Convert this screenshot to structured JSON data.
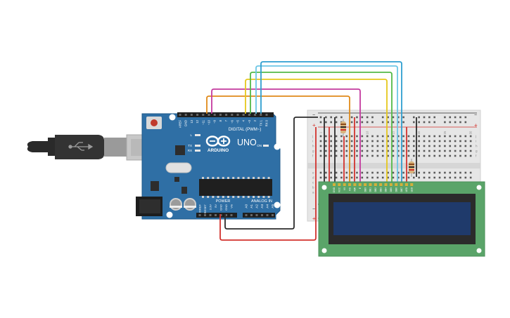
{
  "arduino": {
    "brand": "ARDUINO",
    "model": "UNO",
    "header_digital": "DIGITAL (PWM~)",
    "header_power": "POWER",
    "header_analog": "ANALOG IN",
    "led_l": "L",
    "led_tx": "TX",
    "led_rx": "RX",
    "led_on": "ON",
    "digital_pins": [
      "AREF",
      "GND",
      "13",
      "12",
      "~11",
      "~10",
      "~9",
      "8",
      "7",
      "~6",
      "~5",
      "4",
      "~3",
      "2",
      "TX 1",
      "RX 0"
    ],
    "power_pins": [
      "IOREF",
      "RESET",
      "3.3V",
      "5V",
      "GND",
      "GND",
      "Vin"
    ],
    "analog_pins": [
      "A0",
      "A1",
      "A2",
      "A3",
      "A4",
      "A5"
    ]
  },
  "breadboard": {
    "row_letters_top": [
      "j",
      "i",
      "h",
      "g",
      "f"
    ],
    "row_letters_bottom": [
      "e",
      "d",
      "c",
      "b",
      "a"
    ],
    "column_numbers": [
      "1",
      "5",
      "10",
      "15",
      "20",
      "25",
      "30"
    ],
    "rail_plus": "+",
    "rail_minus": "−"
  },
  "lcd": {
    "pins": [
      "GND",
      "VCC",
      "V0",
      "RS",
      "RW",
      "E",
      "DB0",
      "DB1",
      "DB2",
      "DB3",
      "DB4",
      "DB5",
      "DB6",
      "DB7",
      "LED",
      "LED"
    ]
  },
  "colors": {
    "wire_red": "#d2322d",
    "wire_black": "#2b2b2b",
    "wire_orange": "#e08a1a",
    "wire_magenta": "#c43a9f",
    "wire_yellow": "#e6c81c",
    "wire_green": "#54b948",
    "wire_lightblue": "#6cc6e6",
    "wire_blue": "#2f9fd0",
    "board_blue": "#2f6fa5",
    "lcd_pcb": "#5aa469",
    "lcd_screen": "#1f3a6b"
  }
}
